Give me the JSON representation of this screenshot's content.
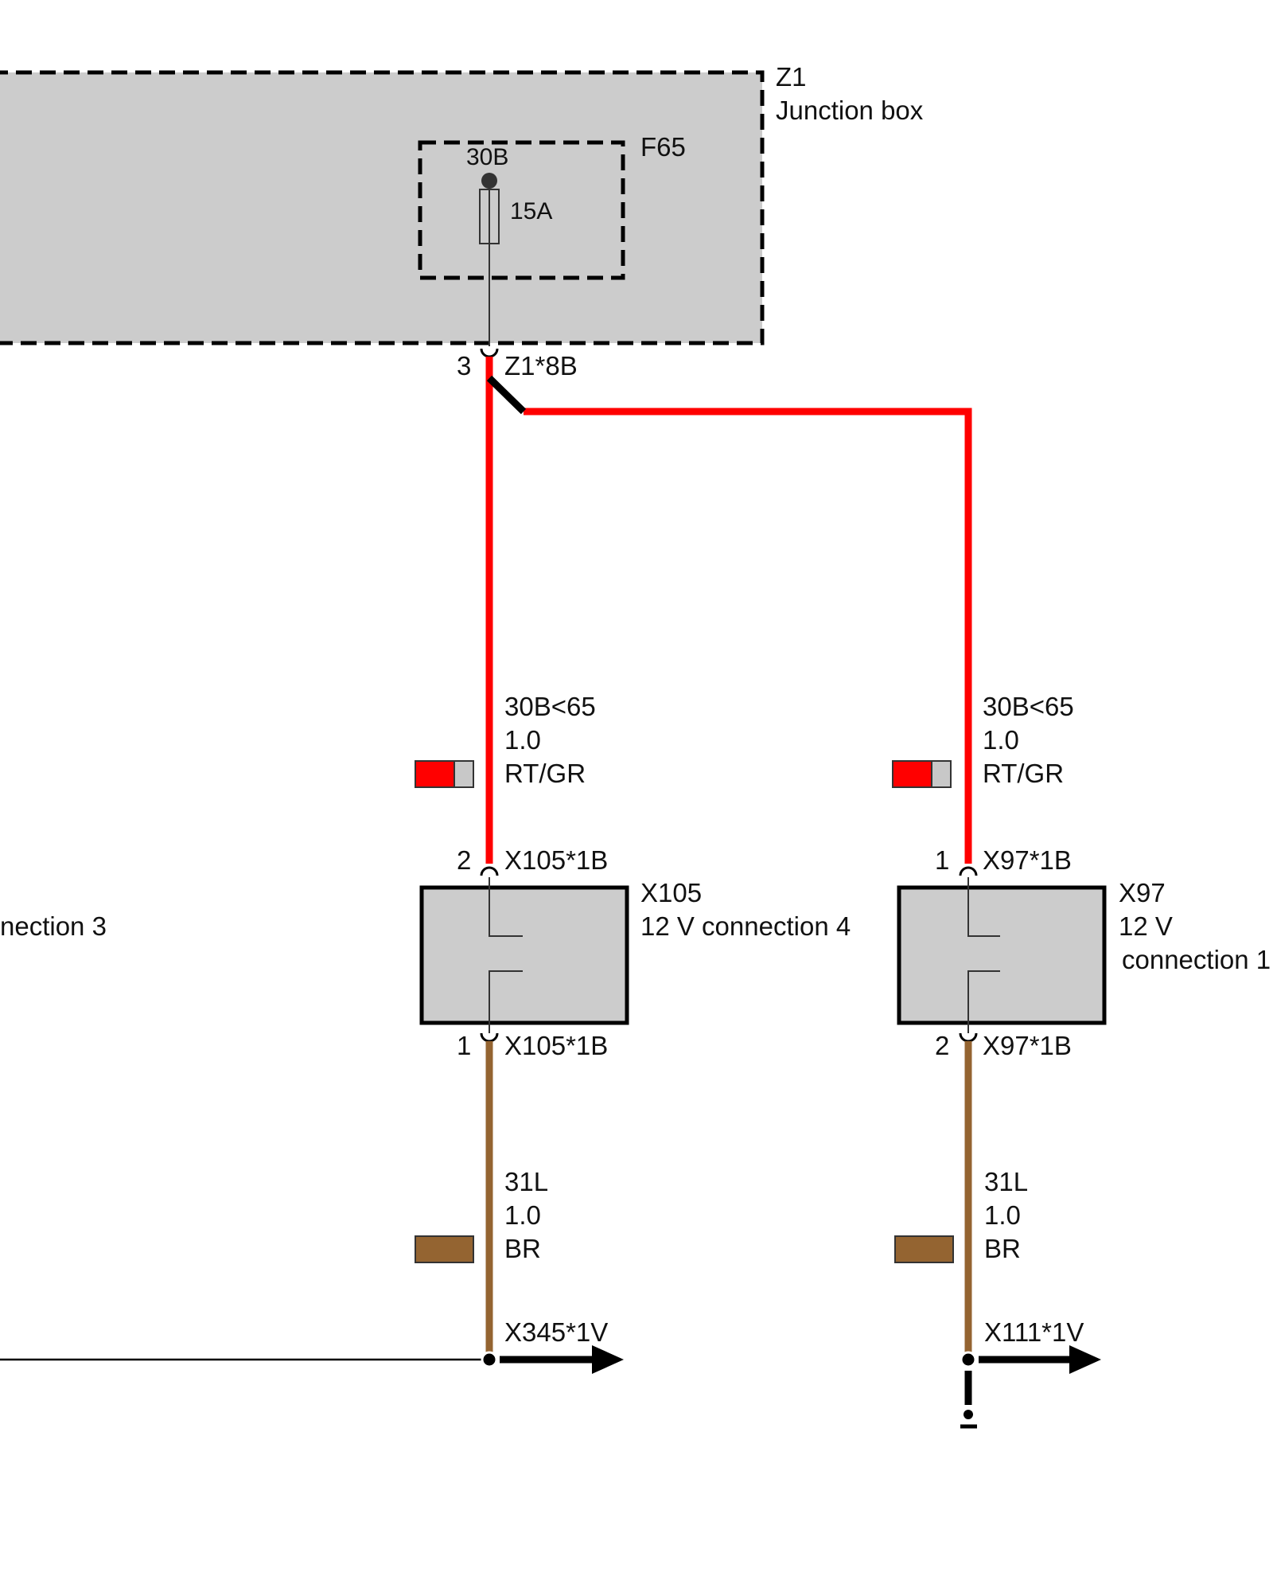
{
  "colors": {
    "box_fill": "#cccccc",
    "wire_red": "#ff0000",
    "wire_brown": "#946431",
    "wire_gray": "#c8c8c8",
    "line_black": "#000000"
  },
  "junction_box": {
    "id": "Z1",
    "name": "Junction box"
  },
  "fuse": {
    "id": "F65",
    "terminal": "30B",
    "rating": "15A"
  },
  "main_pin": {
    "pin": "3",
    "connector": "Z1*8B"
  },
  "branches": [
    {
      "upper_wire": {
        "signal": "30B<65",
        "gauge": "1.0",
        "color": "RT/GR"
      },
      "top_pin": {
        "pin": "2",
        "connector": "X105*1B"
      },
      "component": {
        "id": "X105",
        "name_line1": "12 V connection 4",
        "name_line2": ""
      },
      "bottom_pin": {
        "pin": "1",
        "connector": "X105*1B"
      },
      "lower_wire": {
        "signal": "31L",
        "gauge": "1.0",
        "color": "BR"
      },
      "ground": "X345*1V"
    },
    {
      "upper_wire": {
        "signal": "30B<65",
        "gauge": "1.0",
        "color": "RT/GR"
      },
      "top_pin": {
        "pin": "1",
        "connector": "X97*1B"
      },
      "component": {
        "id": "X97",
        "name_line1": "12 V",
        "name_line2": "connection 1"
      },
      "bottom_pin": {
        "pin": "2",
        "connector": "X97*1B"
      },
      "lower_wire": {
        "signal": "31L",
        "gauge": "1.0",
        "color": "BR"
      },
      "ground": "X111*1V"
    }
  ],
  "offpage_label": "nection 3"
}
